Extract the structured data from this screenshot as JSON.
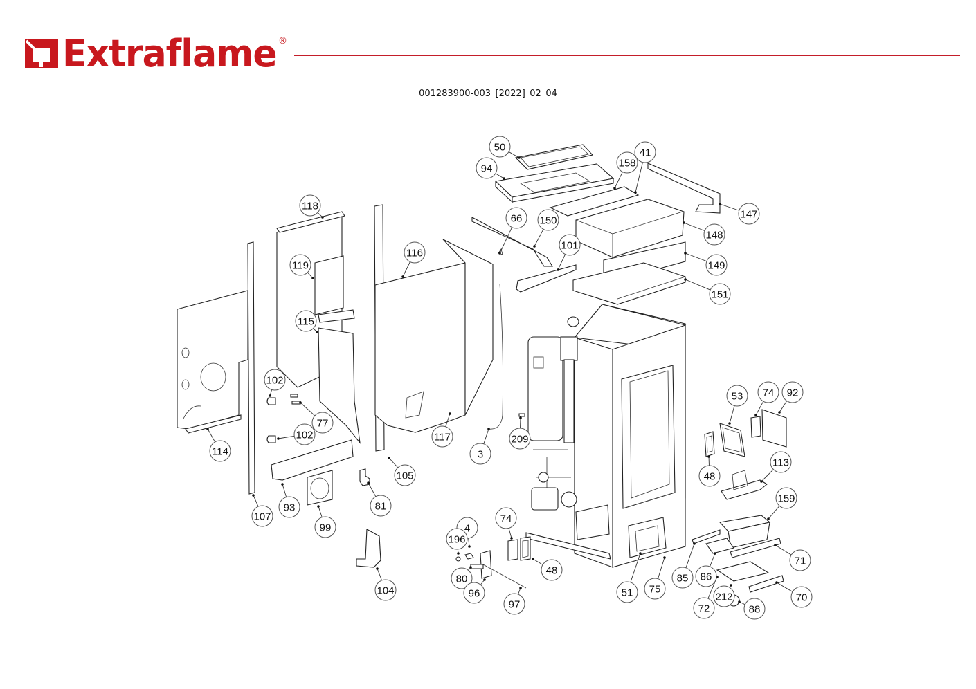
{
  "header": {
    "brand": "Extraflame",
    "registered_mark": "®",
    "brand_color": "#c8181e",
    "rule_color": "#c41e2a",
    "document_code": "001283900-003_[2022]_02_04"
  },
  "diagram": {
    "type": "exploded-parts-view",
    "callouts": [
      {
        "id": "50"
      },
      {
        "id": "94"
      },
      {
        "id": "158"
      },
      {
        "id": "41"
      },
      {
        "id": "147"
      },
      {
        "id": "148"
      },
      {
        "id": "149"
      },
      {
        "id": "151"
      },
      {
        "id": "66"
      },
      {
        "id": "150"
      },
      {
        "id": "101"
      },
      {
        "id": "118"
      },
      {
        "id": "116"
      },
      {
        "id": "119"
      },
      {
        "id": "115"
      },
      {
        "id": "102"
      },
      {
        "id": "77"
      },
      {
        "id": "102"
      },
      {
        "id": "114"
      },
      {
        "id": "117"
      },
      {
        "id": "3"
      },
      {
        "id": "209"
      },
      {
        "id": "105"
      },
      {
        "id": "107"
      },
      {
        "id": "93"
      },
      {
        "id": "99"
      },
      {
        "id": "81"
      },
      {
        "id": "104"
      },
      {
        "id": "4"
      },
      {
        "id": "196"
      },
      {
        "id": "80"
      },
      {
        "id": "96"
      },
      {
        "id": "97"
      },
      {
        "id": "74"
      },
      {
        "id": "48"
      },
      {
        "id": "51"
      },
      {
        "id": "75"
      },
      {
        "id": "85"
      },
      {
        "id": "86"
      },
      {
        "id": "72"
      },
      {
        "id": "212"
      },
      {
        "id": "88"
      },
      {
        "id": "70"
      },
      {
        "id": "71"
      },
      {
        "id": "159"
      },
      {
        "id": "113"
      },
      {
        "id": "48"
      },
      {
        "id": "53"
      },
      {
        "id": "74"
      },
      {
        "id": "92"
      }
    ]
  }
}
